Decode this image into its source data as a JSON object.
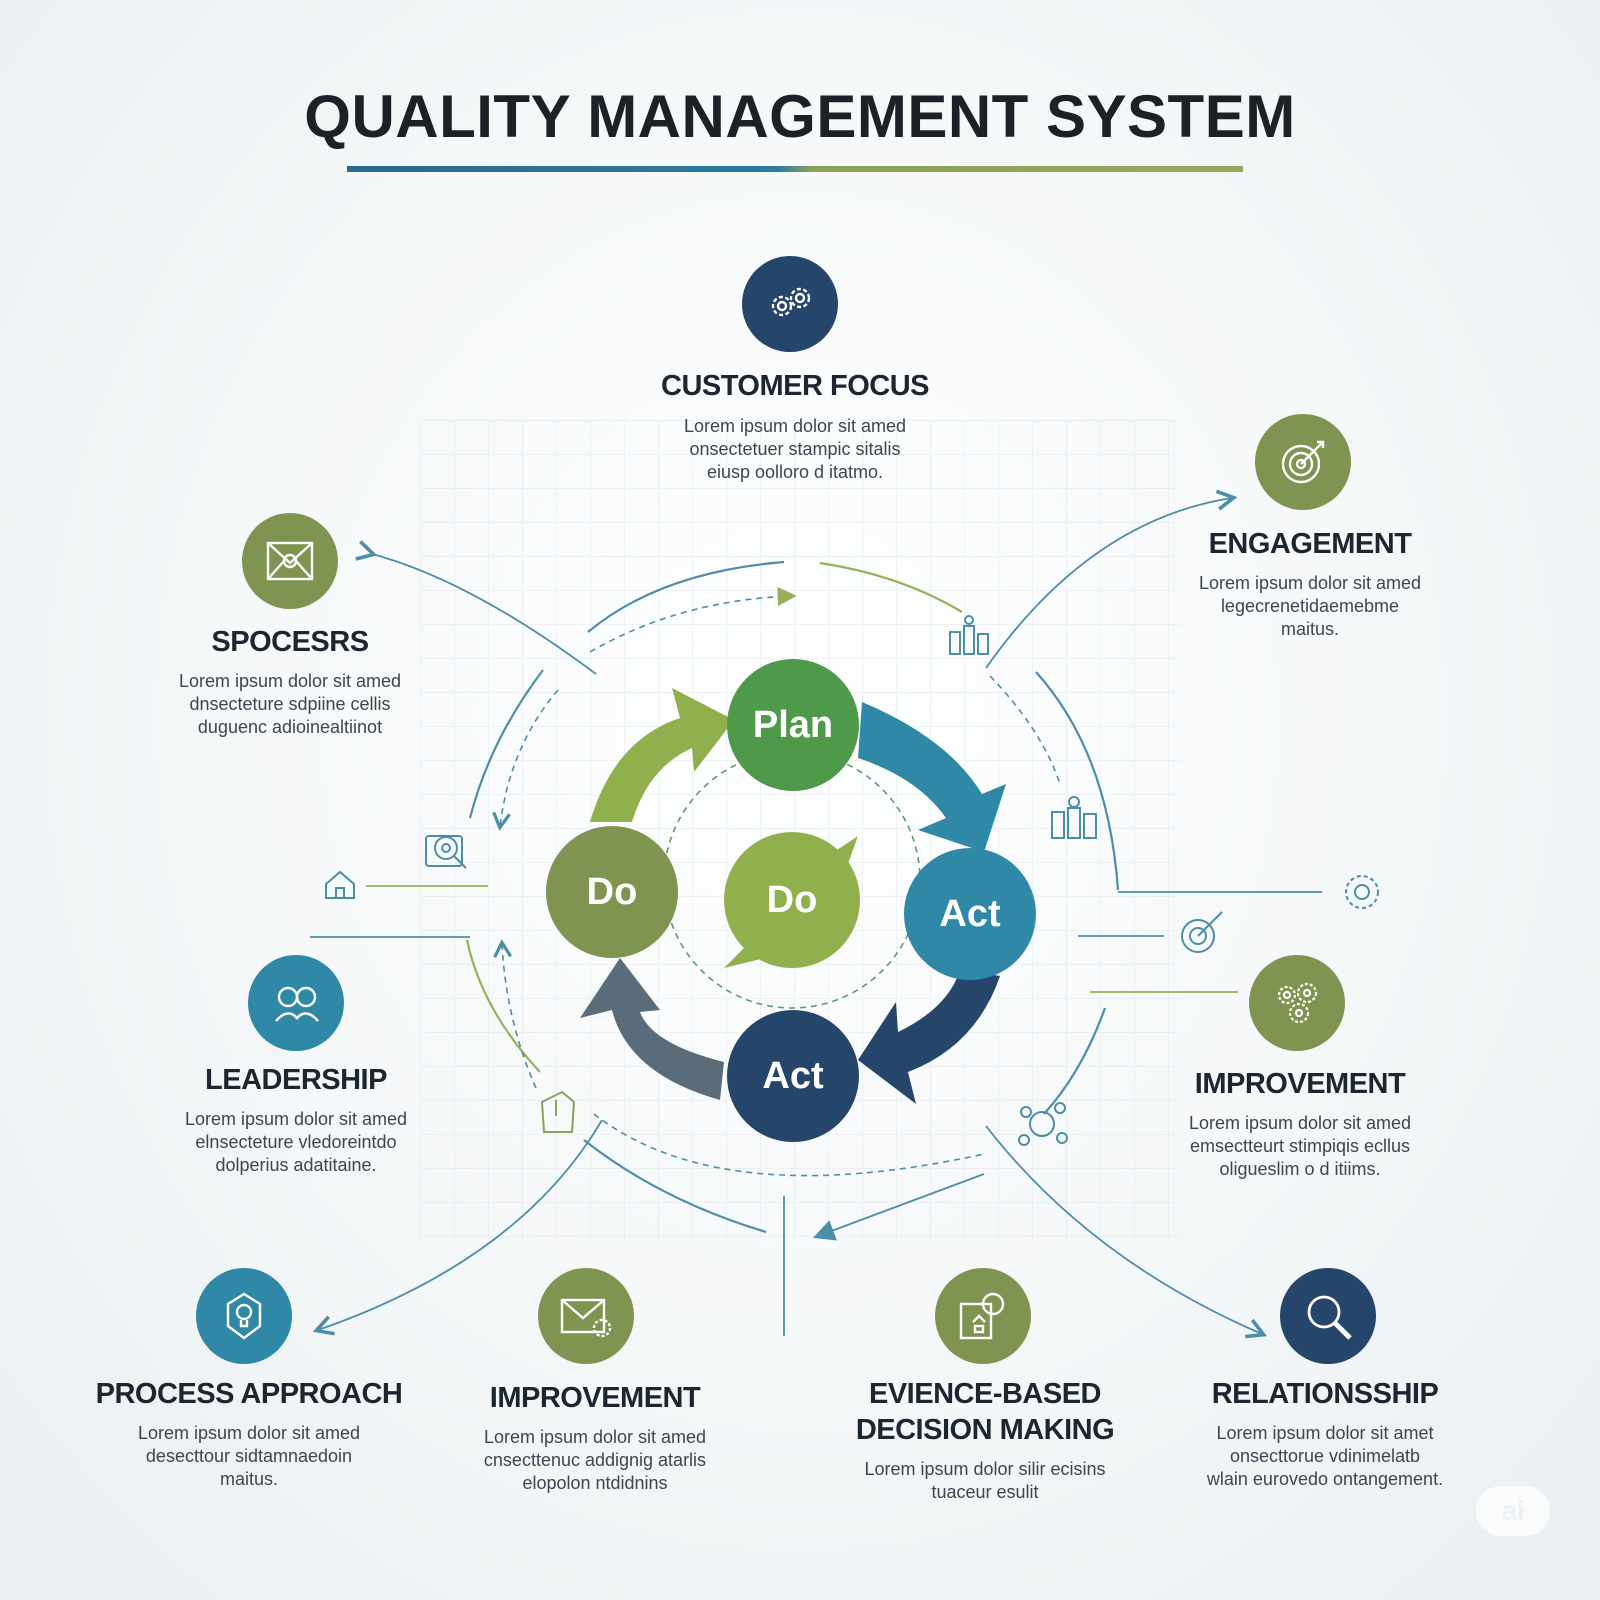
{
  "title": "QUALITY MANAGEMENT SYSTEM",
  "colors": {
    "navy": "#26456a",
    "teal": "#2f88a6",
    "green": "#4f9a4a",
    "olive": "#7f9450",
    "lime": "#8fb04d",
    "slate": "#5a6c79",
    "line_teal": "#4c8ea6",
    "line_olive": "#9aae5b"
  },
  "cycle": {
    "top": "Plan",
    "right": "Act",
    "bottom": "Act",
    "left": "Do",
    "center": "Do"
  },
  "principles": {
    "customer_focus": {
      "name": "CUSTOMER FOCUS",
      "icon": "gears-icon",
      "lines": [
        "Lorem ipsum dolor sit amed",
        "onsectetuer stampic sitalis",
        "eiusp oolloro d itatmo."
      ]
    },
    "engagement": {
      "name": "ENGAGEMENT",
      "icon": "target-icon",
      "lines": [
        "Lorem ipsum dolor sit amed",
        "legecrenetidaemebme",
        "maitus."
      ]
    },
    "spocesrs": {
      "name": "SPOCESRS",
      "icon": "envelope-icon",
      "lines": [
        "Lorem ipsum dolor sit amed",
        "dnsecteture sdpiine cellis",
        "duguenc adioinealtiinot"
      ]
    },
    "leadership": {
      "name": "LEADERSHIP",
      "icon": "people-icon",
      "lines": [
        "Lorem ipsum dolor sit amed",
        "elnsecteture vledoreintdo",
        "dolperius adatitaine."
      ]
    },
    "improvement_right": {
      "name": "IMPROVEMENT",
      "icon": "gears-icon",
      "lines": [
        "Lorem ipsum dolor sit amed",
        "emsectteurt stimpiqis ecllus",
        "oligueslim o d itiims."
      ]
    },
    "process_approach": {
      "name": "PROCESS APPROACH",
      "icon": "lightbulb-head-icon",
      "lines": [
        "Lorem ipsum dolor sit amed",
        "desecttour sidtamnaedoin",
        "maitus."
      ]
    },
    "improvement_bottom": {
      "name": "IMPROVEMENT",
      "icon": "envelope-icon",
      "lines": [
        "Lorem ipsum dolor sit amed",
        "cnsecttenuc addignig atarlis",
        "elopolon ntdidnins"
      ]
    },
    "evidence_based": {
      "name_line1": "EVIENCE-BASED",
      "name_line2": "DECISION MAKING",
      "icon": "document-search-icon",
      "lines": [
        "Lorem ipsum dolor  silir ecisins",
        "tuaceur esulit"
      ]
    },
    "relationship": {
      "name": "RELATIONSSHIP",
      "icon": "magnifier-icon",
      "lines": [
        "Lorem ipsum dolor sit amet",
        "onsecttorue vdinimelatb",
        "wlain eurovedo ontangement."
      ]
    }
  },
  "watermark": "ai"
}
